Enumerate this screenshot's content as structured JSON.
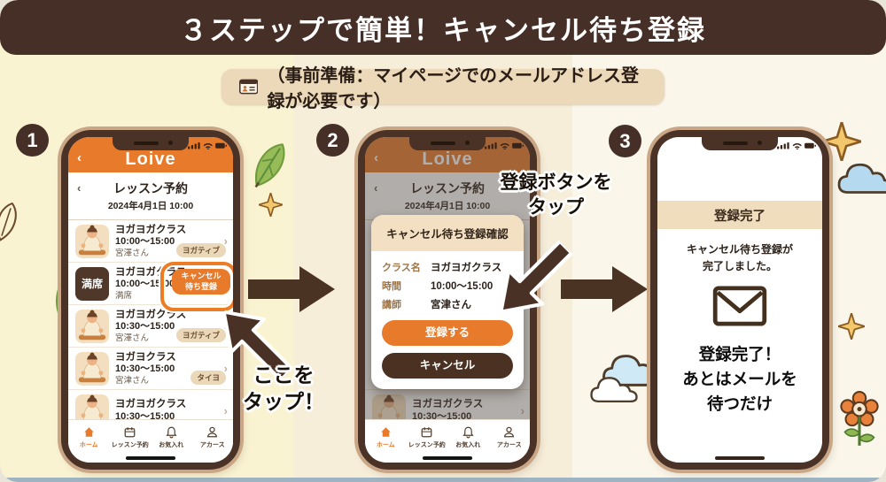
{
  "banner": {
    "title": "３ステップで簡単！キャンセル待ち登録"
  },
  "prep": {
    "text": "（事前準備：マイページでのメールアドレス登録が必要です）",
    "icon": "id-card-icon"
  },
  "app": {
    "logo": "Loive",
    "back": "‹",
    "chevron": "›",
    "page_title": "レッスン予約",
    "date": "2024年4月1日 10:00",
    "nav": [
      {
        "label": "ホーム",
        "icon": "home-icon"
      },
      {
        "label": "レッスン予約",
        "icon": "calendar-icon"
      },
      {
        "label": "お気入れ",
        "icon": "bell-icon"
      },
      {
        "label": "アカース",
        "icon": "user-icon"
      }
    ]
  },
  "step1": {
    "number": "1",
    "items": [
      {
        "title": "ヨガヨガクラス",
        "time": "10:00～15:00",
        "teacher": "宮澤さん",
        "badge": "ヨガティブ"
      },
      {
        "title": "ヨガヨガクラス",
        "time": "10:00～15:00",
        "full_box": "満席",
        "sub": "満席",
        "button_line1": "キャンセル",
        "button_line2": "待ち登録"
      },
      {
        "title": "ヨガヨガクラス",
        "time": "10:30～15:00",
        "teacher": "宮澤さん",
        "badge": "ヨガティブ"
      },
      {
        "title": "ヨガヨクラス",
        "time": "10:30～15:00",
        "teacher": "宮津さん",
        "badge": "タイヨ"
      },
      {
        "title": "ヨガヨガクラス",
        "time": "10:30～15:00"
      }
    ],
    "annotation": {
      "line1": "ここを",
      "line2": "タップ！"
    }
  },
  "step2": {
    "number": "2",
    "modal": {
      "title": "キャンセル待ち登録確認",
      "rows": [
        {
          "label": "クラス名",
          "value": "ヨガヨガクラス"
        },
        {
          "label": "時間",
          "value": "10:00～15:00"
        },
        {
          "label": "講師",
          "value": "宮津さん"
        }
      ],
      "confirm": "登録する",
      "cancel": "キャンセル"
    },
    "annotation": {
      "line1": "登録ボタンを",
      "line2": "タップ"
    }
  },
  "step3": {
    "number": "3",
    "banner": "登録完了",
    "message_line1": "キャンセル待ち登録が",
    "message_line2": "完了しました。",
    "icon": "envelope-icon",
    "big_line1": "登録完了！",
    "big_line2": "あとはメールを",
    "big_line3": "待つだけ"
  },
  "decorations": [
    "leaf-outline-icon",
    "green-leaf-icon",
    "sparkle-icon",
    "cloud-icon",
    "flower-icon"
  ],
  "colors": {
    "banner_bg": "#452f26",
    "accent_orange": "#e87a2b",
    "badge_bg": "#ead8b9",
    "bezel_brown": "#4a3227",
    "modal_header_bg": "#f3e0c2",
    "cancel_btn_bg": "#4b3121",
    "background_yellow": "#faf3d1",
    "background_cream": "#fbf6ea"
  }
}
